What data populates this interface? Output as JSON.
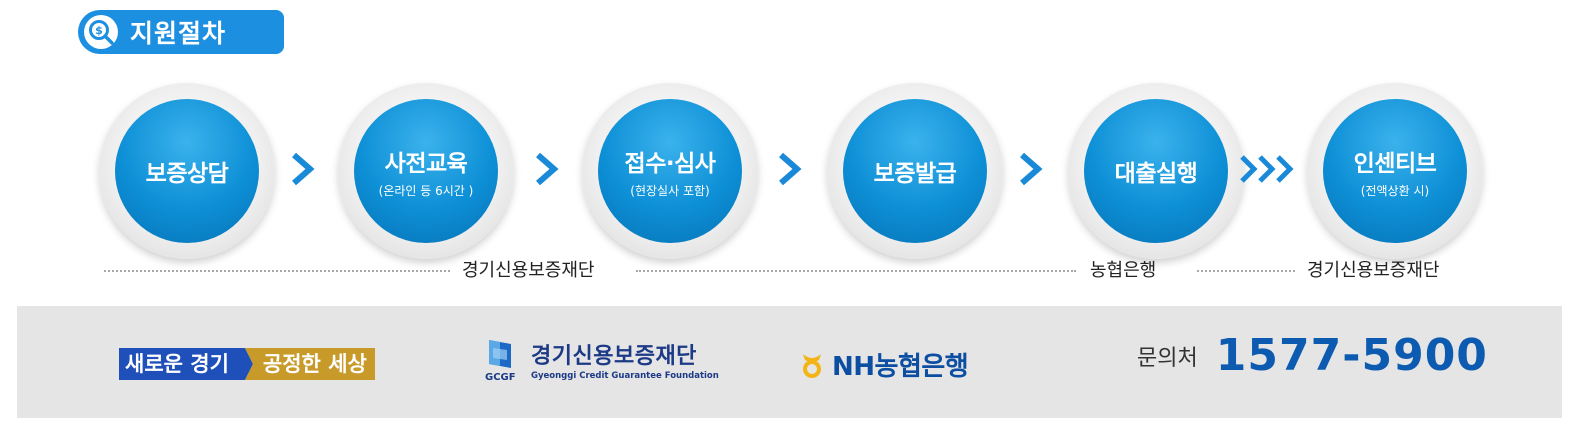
{
  "header": {
    "title": "지원절차",
    "icon": "money-search-icon"
  },
  "steps": [
    {
      "label": "보증상담",
      "sub": ""
    },
    {
      "label": "사전교육",
      "sub": "(온라인 등 6시간 )"
    },
    {
      "label": "접수·심사",
      "sub": "(현장실사 포함)"
    },
    {
      "label": "보증발급",
      "sub": ""
    },
    {
      "label": "대출실행",
      "sub": ""
    },
    {
      "label": "인센티브",
      "sub": "(전액상환 시)"
    }
  ],
  "organizations": {
    "first": "경기신용보증재단",
    "second": "농협은행",
    "third": "경기신용보증재단"
  },
  "footer": {
    "slogan_part1": "새로운 경기",
    "slogan_part2": "공정한 세상",
    "gcgf_name": "경기신용보증재단",
    "gcgf_en": "Gyeonggi Credit Guarantee Foundation",
    "gcgf_abbr": "GCGF",
    "nh_name": "NH농협은행",
    "contact_label": "문의처",
    "contact_phone": "1577-5900"
  },
  "colors": {
    "primary_blue": "#0d8fd6",
    "title_blue": "#1d8fe0",
    "slogan_blue": "#1f4fb8",
    "slogan_gold": "#c89a2a",
    "phone_blue": "#0d5bb0",
    "nh_blue": "#0c4ea2",
    "nh_yellow": "#f3b515",
    "footer_gray": "#e5e5e5"
  }
}
